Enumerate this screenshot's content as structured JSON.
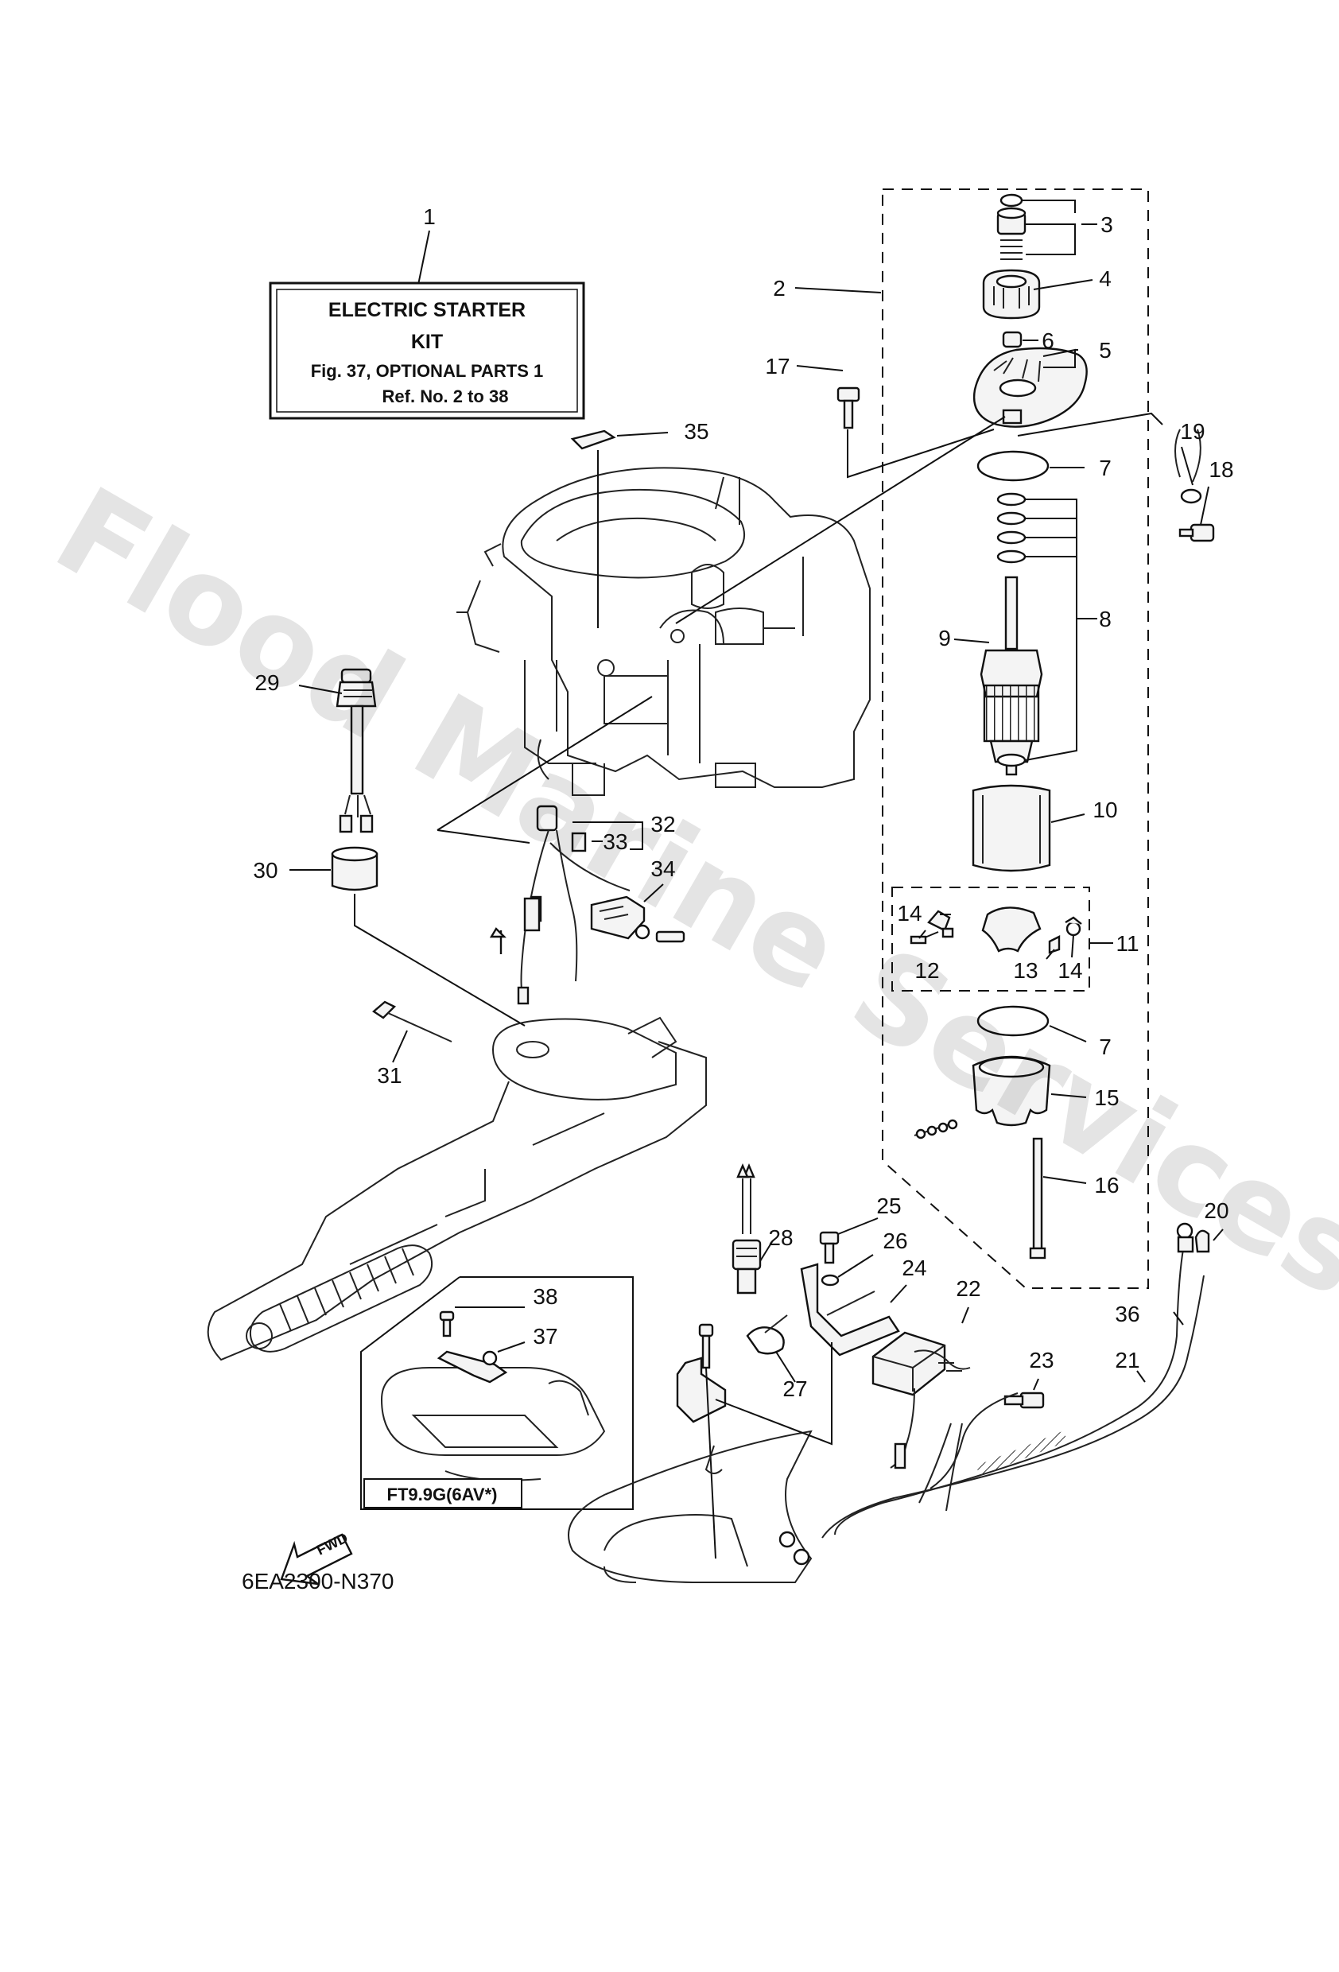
{
  "kit_box": {
    "title_line1": "ELECTRIC  STARTER",
    "title_line2": "KIT",
    "fig_line": "Fig. 37, OPTIONAL PARTS 1",
    "ref_line": "Ref. No. 2 to 38"
  },
  "watermark": "Flood Marine Services",
  "model_label": "FT9.9G(6AV*)",
  "fwd_label": "FWD",
  "drawing_code": "6EA2300-N370",
  "callouts": [
    "1",
    "2",
    "3",
    "4",
    "5",
    "6",
    "7",
    "8",
    "9",
    "10",
    "11",
    "12",
    "13",
    "14",
    "15",
    "16",
    "17",
    "18",
    "19",
    "20",
    "21",
    "22",
    "23",
    "24",
    "25",
    "26",
    "27",
    "28",
    "29",
    "30",
    "31",
    "32",
    "33",
    "34",
    "35",
    "36",
    "37",
    "38"
  ],
  "callout_7b": "7",
  "callout_14b": "14"
}
